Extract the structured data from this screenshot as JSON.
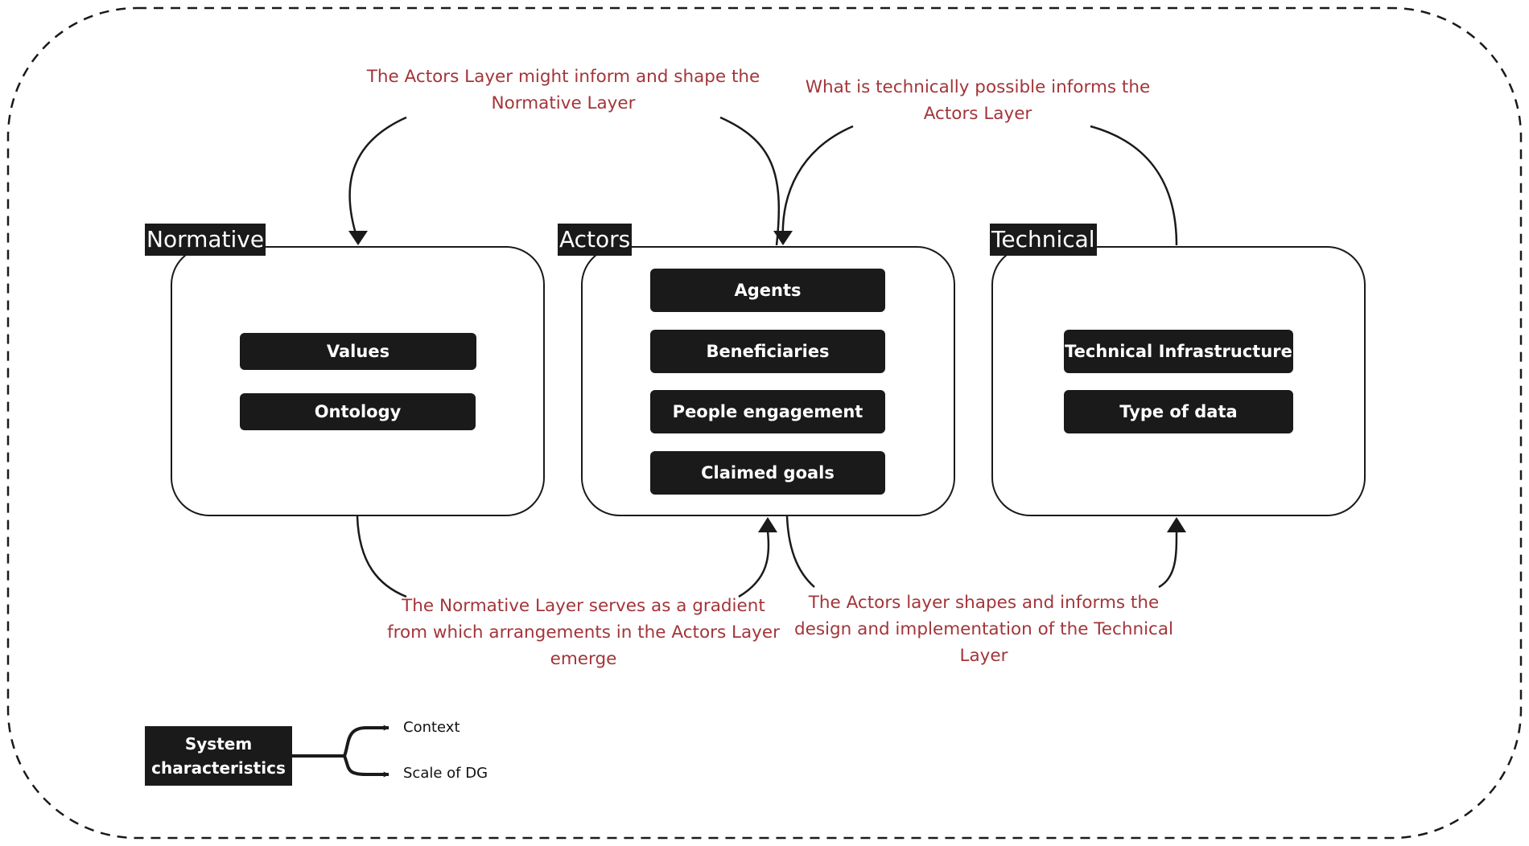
{
  "layers": {
    "normative": {
      "title": "Normative",
      "items": [
        "Values",
        "Ontology"
      ]
    },
    "actors": {
      "title": "Actors",
      "items": [
        "Agents",
        "Beneficiaries",
        "People engagement",
        "Claimed goals"
      ]
    },
    "technical": {
      "title": "Technical",
      "items": [
        "Technical Infrastructure",
        "Type of data"
      ]
    }
  },
  "annotations": {
    "actors_to_normative": [
      "The Actors Layer might inform and shape the",
      "Normative Layer"
    ],
    "technical_to_actors": [
      "What is technically possible informs the",
      "Actors Layer"
    ],
    "normative_to_actors": [
      "The Normative Layer serves as a gradient",
      "from which arrangements in the Actors Layer",
      "emerge"
    ],
    "actors_to_technical": [
      "The Actors layer shapes and informs the",
      "design and implementation of the Technical",
      "Layer"
    ]
  },
  "system": {
    "label": [
      "System",
      "characteristics"
    ],
    "branches": [
      "Context",
      "Scale of DG"
    ]
  },
  "colors": {
    "annotation": "#a3353a",
    "ink": "#1a1a1a"
  }
}
